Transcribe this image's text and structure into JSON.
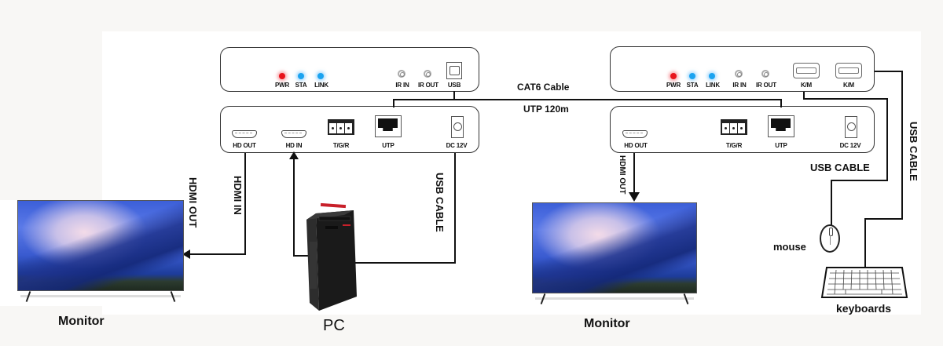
{
  "diagram": {
    "left_unit": {
      "top_panel": {
        "leds": [
          {
            "label": "PWR",
            "color": "#e8141c"
          },
          {
            "label": "STA",
            "color": "#1ba3f0"
          },
          {
            "label": "LINK",
            "color": "#1ba3f0"
          }
        ],
        "ports": [
          {
            "label": "IR IN",
            "icon": "ir-jack-icon"
          },
          {
            "label": "IR OUT",
            "icon": "ir-jack-icon"
          },
          {
            "label": "USB",
            "icon": "usb-b-icon"
          }
        ]
      },
      "bottom_panel": {
        "ports": [
          {
            "label": "HD OUT",
            "icon": "hdmi-port-icon"
          },
          {
            "label": "HD IN",
            "icon": "hdmi-port-icon"
          },
          {
            "label": "T/G/R",
            "icon": "terminal-block-icon"
          },
          {
            "label": "UTP",
            "icon": "rj45-port-icon"
          },
          {
            "label": "DC 12V",
            "icon": "dc-jack-icon"
          }
        ]
      }
    },
    "right_unit": {
      "top_panel": {
        "leds": [
          {
            "label": "PWR",
            "color": "#e8141c"
          },
          {
            "label": "STA",
            "color": "#1ba3f0"
          },
          {
            "label": "LINK",
            "color": "#1ba3f0"
          }
        ],
        "ports": [
          {
            "label": "IR IN",
            "icon": "ir-jack-icon"
          },
          {
            "label": "IR OUT",
            "icon": "ir-jack-icon"
          },
          {
            "label": "K/M",
            "icon": "usb-a-icon"
          },
          {
            "label": "K/M",
            "icon": "usb-a-icon"
          }
        ]
      },
      "bottom_panel": {
        "ports": [
          {
            "label": "HD OUT",
            "icon": "hdmi-port-icon"
          },
          {
            "label": "T/G/R",
            "icon": "terminal-block-icon"
          },
          {
            "label": "UTP",
            "icon": "rj45-port-icon"
          },
          {
            "label": "DC 12V",
            "icon": "dc-jack-icon"
          }
        ]
      }
    },
    "link": {
      "cable_label": "CAT6 Cable",
      "distance_label": "UTP 120m"
    },
    "cable_labels": {
      "hdmi_out_left": "HDMI OUT",
      "hdmi_in": "HDMI IN",
      "usb_cable_pc": "USB CABLE",
      "hdmi_out_right": "HDMI OUT",
      "usb_cable_mouse": "USB CABLE",
      "usb_cable_keyboard": "USB CABLE"
    },
    "devices": {
      "monitor_left": "Monitor",
      "pc": "PC",
      "monitor_right": "Monitor",
      "mouse": "mouse",
      "keyboard": "keyboards"
    }
  }
}
